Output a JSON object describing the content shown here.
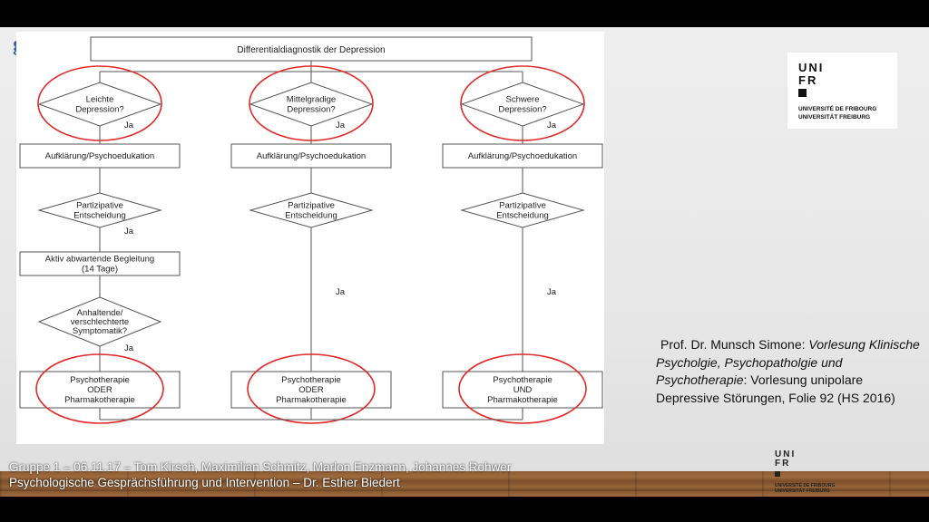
{
  "slide": {
    "title_fragment": "gen",
    "colors": {
      "accent_title": "#3d64a8",
      "highlight_circle": "#e02a2a",
      "diagram_line": "#555555"
    }
  },
  "flowchart": {
    "title": "Differentialdiagnostik der Depression",
    "columns": [
      {
        "decision_lines": [
          "Leichte",
          "Depression?"
        ],
        "yes_label": "Ja",
        "step1": "Aufklärung/Psychoedukation",
        "decision2_lines": [
          "Partizipative",
          "Entscheidung"
        ],
        "yes_label2": "Ja",
        "step2_lines": [
          "Aktiv abwartende Begleitung",
          "(14 Tage)"
        ],
        "decision3_lines": [
          "Anhaltende/",
          "verschlechterte",
          "Symptomatik?"
        ],
        "yes_label3": "Ja",
        "result_lines": [
          "Psychotherapie",
          "ODER",
          "Pharmakotherapie"
        ]
      },
      {
        "decision_lines": [
          "Mittelgradige",
          "Depression?"
        ],
        "yes_label": "Ja",
        "step1": "Aufklärung/Psychoedukation",
        "decision2_lines": [
          "Partizipative",
          "Entscheidung"
        ],
        "yes_label2": "Ja",
        "result_lines": [
          "Psychotherapie",
          "ODER",
          "Pharmakotherapie"
        ]
      },
      {
        "decision_lines": [
          "Schwere",
          "Depression?"
        ],
        "yes_label": "Ja",
        "step1": "Aufklärung/Psychoedukation",
        "decision2_lines": [
          "Partizipative",
          "Entscheidung"
        ],
        "yes_label2": "Ja",
        "result_lines": [
          "Psychotherapie",
          "UND",
          "Pharmakotherapie"
        ]
      }
    ]
  },
  "logo": {
    "mark_line1": "UNI",
    "mark_line2": "FR",
    "name_line1": "UNIVERSITÉ DE FRIBOURG",
    "name_line2": "UNIVERSITÄT FREIBURG"
  },
  "citation": {
    "author": "Prof. Dr. Munsch Simone: ",
    "title": "Vorlesung Klinische Psycholgie, Psychopatholgie und Psychotherapie",
    "rest": ": Vorlesung unipolare Depressive Störungen, Folie 92 (HS 2016)"
  },
  "footer": {
    "line1": "Gruppe 1 – 06.11.17 – Tom Kirsch, Maximilian Schmitz, Marlon Enzmann, Johannes Rohwer",
    "line2": "Psychologische Gesprächsführung und Intervention – Dr. Esther Biedert"
  }
}
